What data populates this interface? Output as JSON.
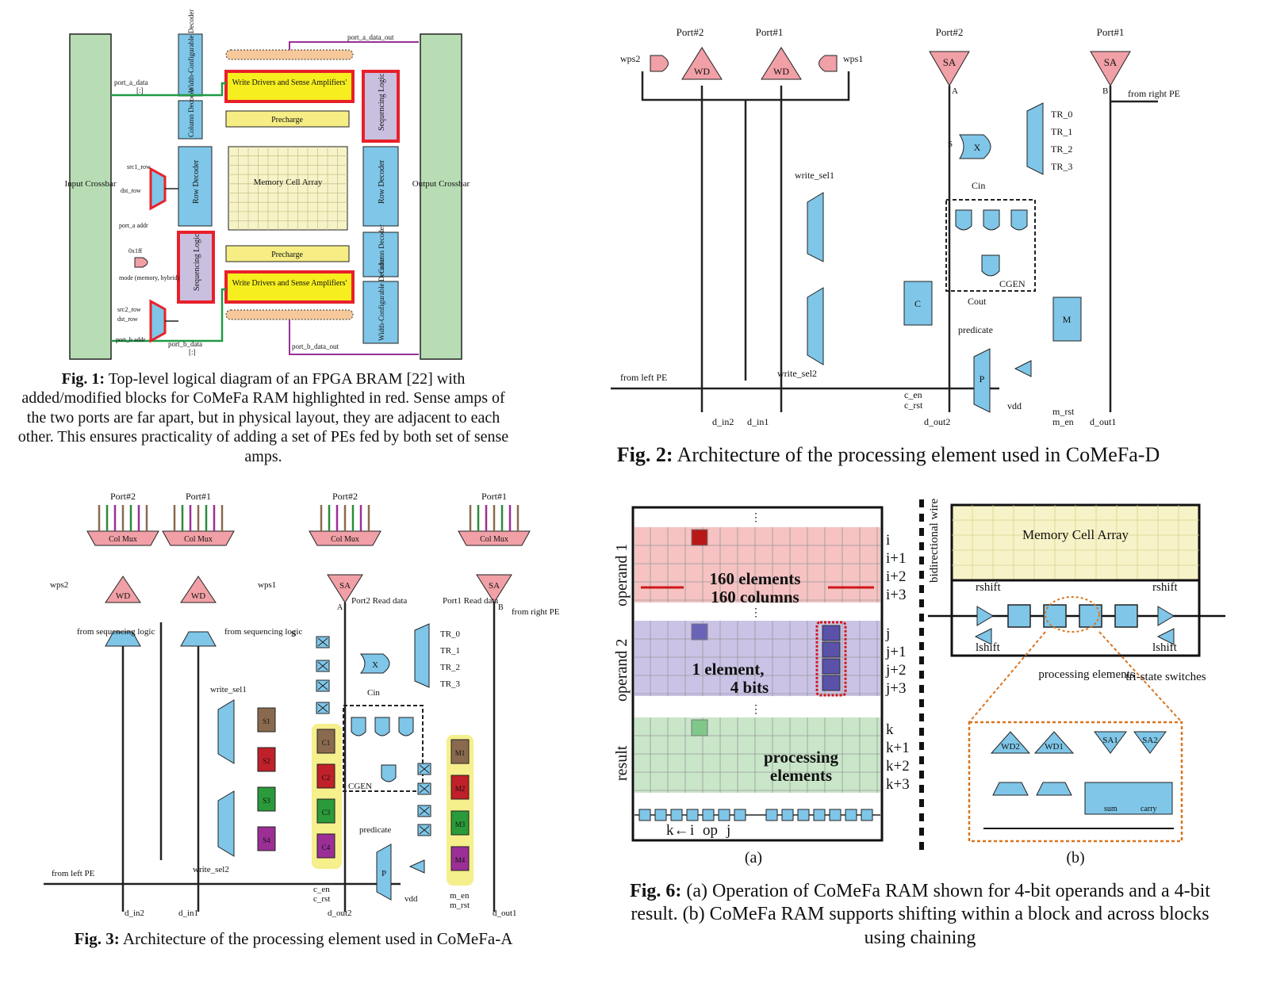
{
  "fig1": {
    "input_crossbar": "Input Crossbar",
    "output_crossbar": "Output Crossbar",
    "width_decoder": "Width-Configurable Decoder",
    "write_drivers": "Write Drivers and Sense Amplifiers'",
    "sequencing_logic": "Sequencing Logic",
    "column_decoder": "Column Decoder",
    "precharge": "Precharge",
    "row_decoder": "Row Decoder",
    "memory_array": "Memory Cell Array",
    "port_a_data_out": "port_a_data_out",
    "port_b_data_out": "port_b_data_out",
    "port_a_data": "port_a_data",
    "port_a_data_idx": "[:]",
    "src1_row": "src1_row",
    "dst_row": "dst_row",
    "port_a_addr": "port_a addr",
    "oxlff": "0x1ff",
    "mode": "mode (memory, hybrid)",
    "src2_row": "src2_row",
    "dst_row2": "dst_row",
    "port_b_addr": "port_b addr",
    "port_b_data": "port_b_data",
    "port_b_data_idx": "[:]",
    "caption_label": "Fig. 1:",
    "caption_text": "Top-level logical diagram of an FPGA BRAM [22] with added/modified blocks for CoMeFa RAM highlighted in red. Sense amps of the two ports are far apart, but in physical layout, they are adjacent to each other. This ensures practicality of adding a set of PEs fed by both set of sense amps."
  },
  "fig2": {
    "port2_a": "Port#2",
    "port1_a": "Port#1",
    "port2_b": "Port#2",
    "port1_b": "Port#1",
    "wps2": "wps2",
    "wps1": "wps1",
    "wd": "WD",
    "sa": "SA",
    "a": "A",
    "b": "B",
    "from_right": "from right PE",
    "s": "S",
    "x": "X",
    "tr0": "TR_0",
    "tr1": "TR_1",
    "tr2": "TR_2",
    "tr3": "TR_3",
    "write_sel1": "write_sel1",
    "write_sel2": "write_sel2",
    "cin": "Cin",
    "cgen": "CGEN",
    "cout": "Cout",
    "c": "C",
    "m": "M",
    "predicate": "predicate",
    "p": "P",
    "vdd": "vdd",
    "from_left": "from left PE",
    "d_in2": "d_in2",
    "d_in1": "d_in1",
    "c_en": "c_en",
    "c_rst": "c_rst",
    "d_out2": "d_out2",
    "m_rst": "m_rst",
    "m_en": "m_en",
    "d_out1": "d_out1",
    "caption_label": "Fig. 2:",
    "caption_text": "Architecture of the processing element used in CoMeFa-D"
  },
  "fig3": {
    "port2_a": "Port#2",
    "port1_a": "Port#1",
    "port2_b": "Port#2",
    "port1_b": "Port#1",
    "col_mux": "Col Mux",
    "wps2": "wps2",
    "wps1": "wps1",
    "wd": "WD",
    "sa": "SA",
    "a": "A",
    "b": "B",
    "port2_read": "Port2 Read data",
    "port1_read": "Port1 Read data",
    "from_right": "from right PE",
    "from_seq": "from sequencing logic",
    "s": "S",
    "x": "X",
    "tr0": "TR_0",
    "tr1": "TR_1",
    "tr2": "TR_2",
    "tr3": "TR_3",
    "write_sel1": "write_sel1",
    "write_sel2": "write_sel2",
    "cin": "Cin",
    "cgen": "CGEN",
    "s1": "S1",
    "s2": "S2",
    "s3": "S3",
    "s4": "S4",
    "c1": "C1",
    "c2": "C2",
    "c3": "C3",
    "c4": "C4",
    "m1": "M1",
    "m2": "M2",
    "m3": "M3",
    "m4": "M4",
    "predicate": "predicate",
    "p": "P",
    "vdd": "vdd",
    "from_left": "from left PE",
    "d_in2": "d_in2",
    "d_in1": "d_in1",
    "c_en": "c_en",
    "c_rst": "c_rst",
    "d_out2": "d_out2",
    "m_en": "m_en",
    "m_rst": "m_rst",
    "d_out1": "d_out1",
    "caption_label": "Fig. 3:",
    "caption_text": "Architecture of the processing element used in CoMeFa-A"
  },
  "fig6": {
    "operand1": "operand 1",
    "operand2": "operand 2",
    "result": "result",
    "elements160": "160 elements",
    "columns160": "160 columns",
    "one_element": "1 element,",
    "four_bits": "4 bits",
    "processing_elements": "processing elements",
    "rows_i": [
      "i",
      "i+1",
      "i+2",
      "i+3"
    ],
    "rows_j": [
      "j",
      "j+1",
      "j+2",
      "j+3"
    ],
    "rows_k": [
      "k",
      "k+1",
      "k+2",
      "k+3"
    ],
    "k_arrow": "k←",
    "i": "i",
    "op": "op",
    "j": "j",
    "label_a": "(a)",
    "label_b": "(b)",
    "bidirectional_wire": "bidirectional wire",
    "memory_array": "Memory Cell Array",
    "rshift": "rshift",
    "lshift": "lshift",
    "pe_label": "processing elements",
    "tristate": "tri-state switches",
    "wd2": "WD2",
    "wd1": "WD1",
    "sa1": "SA1",
    "sa2": "SA2",
    "sum": "sum",
    "carry": "carry",
    "caption_label": "Fig. 6:",
    "caption_text": "(a) Operation of CoMeFa RAM shown for 4-bit operands and a 4-bit result. (b) CoMeFa RAM supports shifting within a block and across blocks using chaining"
  },
  "colors": {
    "blue_block": "#7fc6e8",
    "yellow_block": "#f6ee1e",
    "lavender": "#c9c0e0",
    "red_border": "#e8202a",
    "green_line": "#1f9a46",
    "purple_line": "#9b2f96",
    "teal_line": "#3aa0b8",
    "pink_tri": "#f0a0a6",
    "green_box": "#2fa24a"
  }
}
